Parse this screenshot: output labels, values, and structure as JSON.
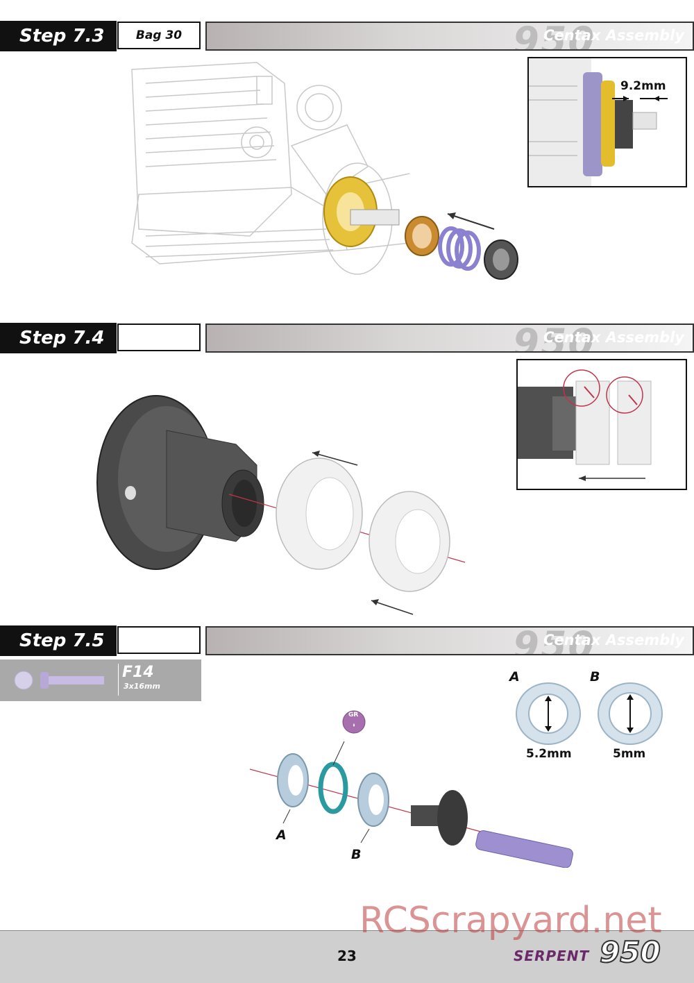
{
  "steps": [
    {
      "label": "Step 7.3",
      "bag": "Bag 30",
      "title": "Centax Assembly",
      "watermark": "950"
    },
    {
      "label": "Step 7.4",
      "bag": "",
      "title": "Centax Assembly",
      "watermark": "950"
    },
    {
      "label": "Step 7.5",
      "bag": "",
      "title": "Centax Assembly",
      "watermark": "950"
    }
  ],
  "step73": {
    "measurement": "9.2mm"
  },
  "step75": {
    "part": {
      "code": "F14",
      "size": "3x16mm"
    },
    "grease_label": "GR",
    "callouts": {
      "a": "A",
      "b": "B"
    },
    "bearings": [
      {
        "label": "A",
        "size": "5.2mm"
      },
      {
        "label": "B",
        "size": "5mm"
      }
    ]
  },
  "footer": {
    "page": "23",
    "brand": "SERPENT",
    "model": "950"
  },
  "site_watermark": "RCScrapyard.net"
}
